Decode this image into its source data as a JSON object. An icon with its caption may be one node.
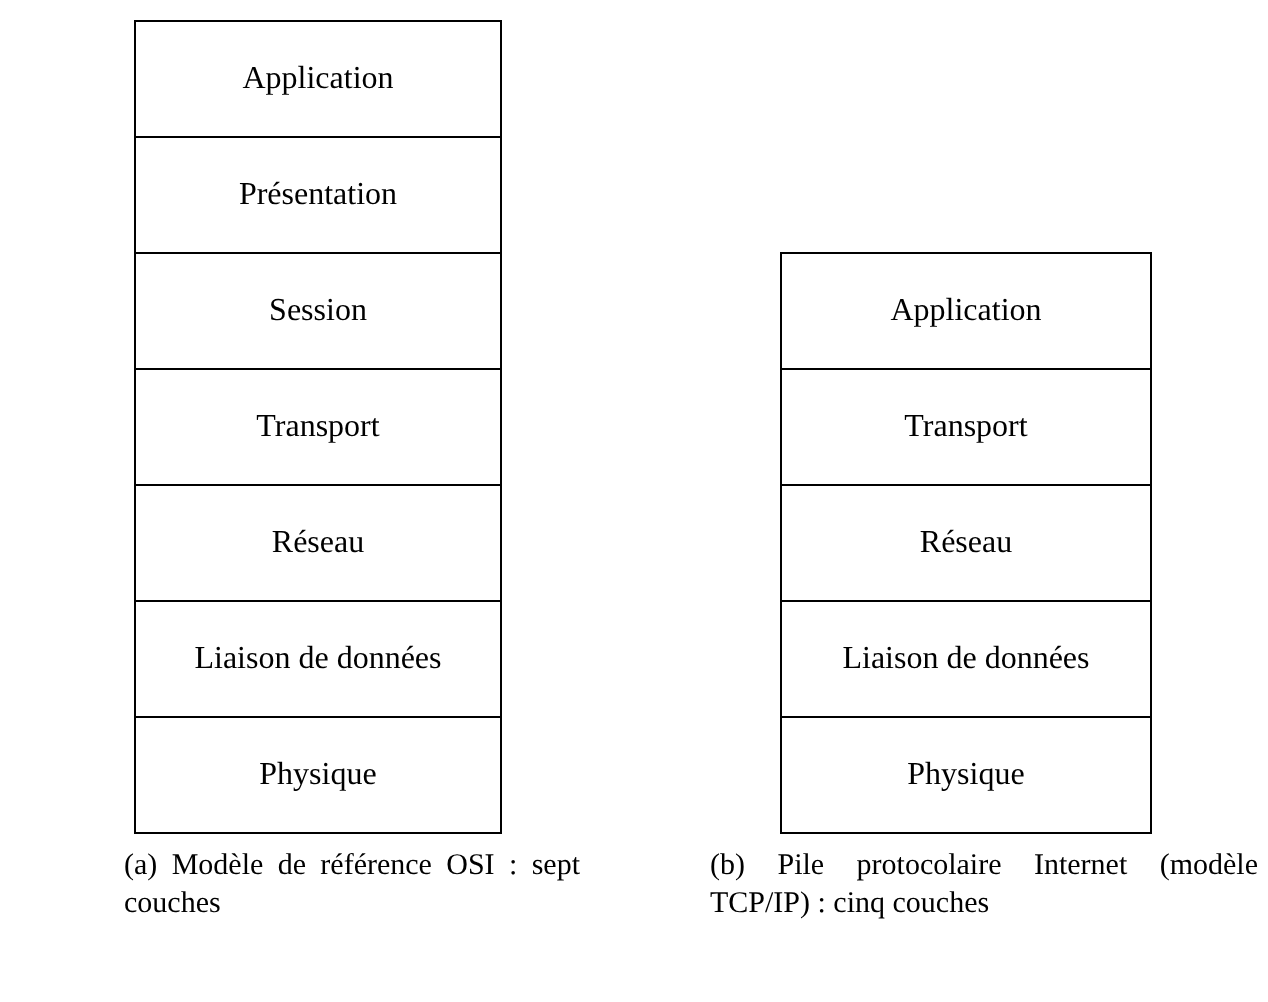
{
  "diagram": {
    "nodes": [
      {
        "text": [
          "Application"
        ]
      },
      {
        "text": [
          "Présentation"
        ]
      },
      {
        "text": [
          "Session"
        ]
      },
      {
        "text": [
          "Transport"
        ]
      },
      {
        "text": [
          "Réseau"
        ]
      },
      {
        "text": [
          "Liaison de données"
        ]
      },
      {
        "text": [
          "Physique"
        ]
      },
      {
        "text": [
          "Application"
        ]
      },
      {
        "text": [
          "Transport"
        ]
      },
      {
        "text": [
          "Réseau"
        ]
      },
      {
        "text": [
          "Liaison de données"
        ]
      },
      {
        "text": [
          "Physique"
        ]
      }
    ],
    "labels": [
      "(a) Modèle de référence OSI : sept couches",
      "(b) Pile protocolaire Internet (modèle TCP/IP) : cinq couches"
    ]
  }
}
